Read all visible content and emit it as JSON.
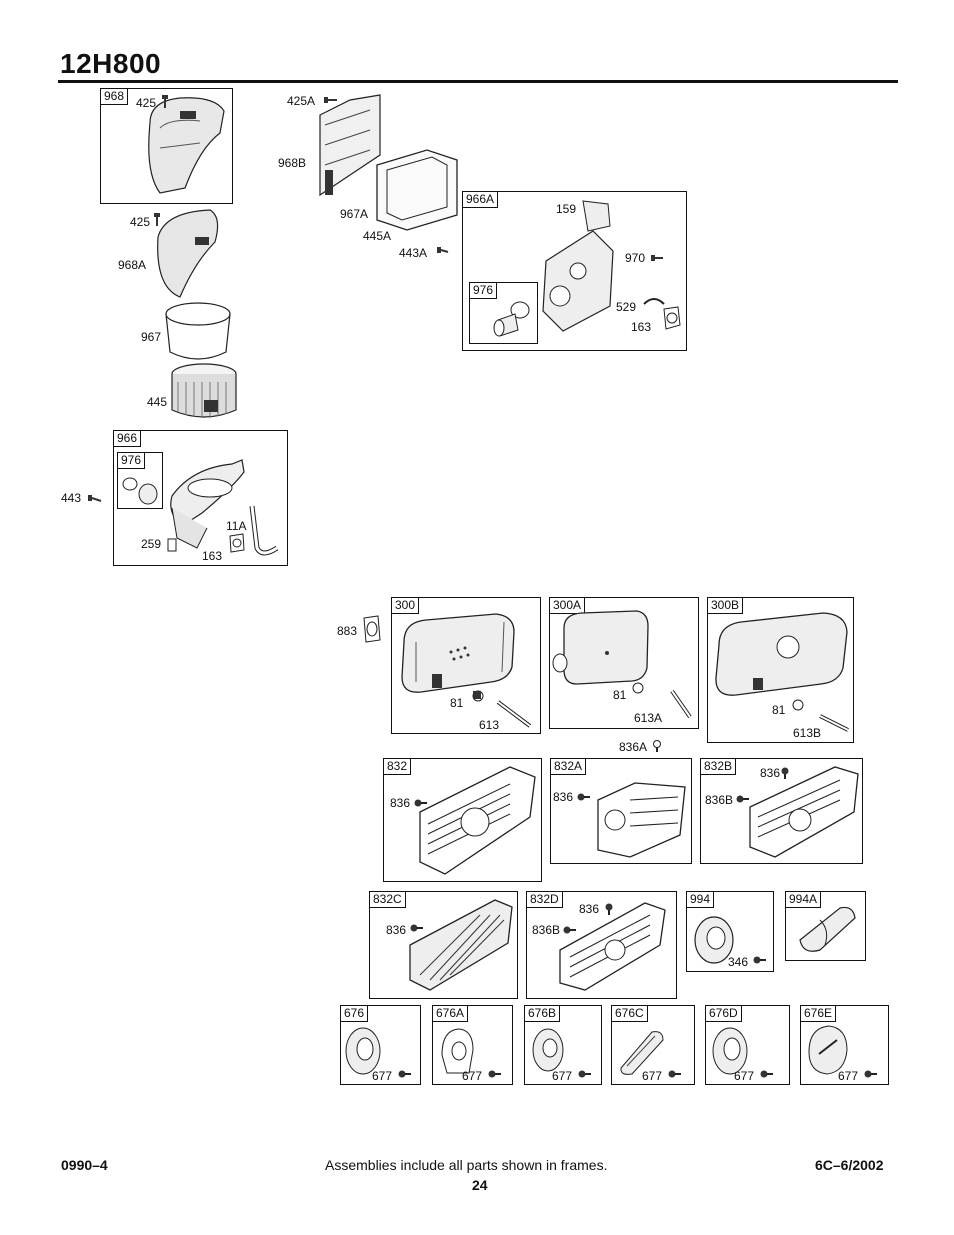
{
  "header": {
    "title": "12H800"
  },
  "frames": [
    {
      "id": "f968",
      "tag": "968"
    },
    {
      "id": "f966A",
      "tag": "966A"
    },
    {
      "id": "f976a",
      "tag": "976"
    },
    {
      "id": "f966",
      "tag": "966"
    },
    {
      "id": "f976b",
      "tag": "976"
    },
    {
      "id": "f300",
      "tag": "300"
    },
    {
      "id": "f300A",
      "tag": "300A"
    },
    {
      "id": "f300B",
      "tag": "300B"
    },
    {
      "id": "f832",
      "tag": "832"
    },
    {
      "id": "f832A",
      "tag": "832A"
    },
    {
      "id": "f832B",
      "tag": "832B"
    },
    {
      "id": "f832C",
      "tag": "832C"
    },
    {
      "id": "f832D",
      "tag": "832D"
    },
    {
      "id": "f994",
      "tag": "994"
    },
    {
      "id": "f994A",
      "tag": "994A"
    },
    {
      "id": "f676",
      "tag": "676"
    },
    {
      "id": "f676A",
      "tag": "676A"
    },
    {
      "id": "f676B",
      "tag": "676B"
    },
    {
      "id": "f676C",
      "tag": "676C"
    },
    {
      "id": "f676D",
      "tag": "676D"
    },
    {
      "id": "f676E",
      "tag": "676E"
    }
  ],
  "labels": {
    "l425a": "425",
    "l425b": "425",
    "l425A": "425A",
    "l968B": "968B",
    "l967A": "967A",
    "l445A": "445A",
    "l443A": "443A",
    "l968A": "968A",
    "l967": "967",
    "l445": "445",
    "l443": "443",
    "l159": "159",
    "l970": "970",
    "l529": "529",
    "l163a": "163",
    "l259": "259",
    "l163b": "163",
    "l11A": "11A",
    "l883": "883",
    "l81a": "81",
    "l613": "613",
    "l81b": "81",
    "l613A": "613A",
    "l81c": "81",
    "l613B": "613B",
    "l836A": "836A",
    "l836a": "836",
    "l836b": "836",
    "l836c": "836",
    "l836B1": "836B",
    "l836d": "836",
    "l836e": "836",
    "l836B2": "836B",
    "l346": "346",
    "l677a": "677",
    "l677b": "677",
    "l677c": "677",
    "l677d": "677",
    "l677e": "677",
    "l677f": "677"
  },
  "footer": {
    "left": "0990–4",
    "center": "Assemblies include all parts shown in frames.",
    "page": "24",
    "right": "6C–6/2002"
  }
}
